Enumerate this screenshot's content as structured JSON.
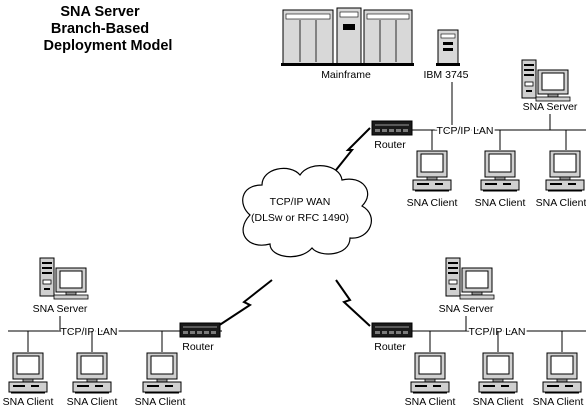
{
  "title": {
    "line1": "SNA Server",
    "line2": "Branch-Based",
    "line3": "Deployment Model"
  },
  "host_site": {
    "mainframe": "Mainframe",
    "fep": "IBM 3745"
  },
  "wan": {
    "line1": "TCP/IP WAN",
    "line2": "(DLSw or RFC 1490)"
  },
  "branches": {
    "top_right": {
      "server": "SNA Server",
      "lan": "TCP/IP LAN",
      "router": "Router",
      "clients": [
        "SNA Client",
        "SNA Client",
        "SNA Client"
      ]
    },
    "bottom_left": {
      "server": "SNA Server",
      "lan": "TCP/IP LAN",
      "router": "Router",
      "clients": [
        "SNA Client",
        "SNA Client",
        "SNA Client"
      ]
    },
    "bottom_right": {
      "server": "SNA Server",
      "lan": "TCP/IP LAN",
      "router": "Router",
      "clients": [
        "SNA Client",
        "SNA Client",
        "SNA Client"
      ]
    }
  }
}
